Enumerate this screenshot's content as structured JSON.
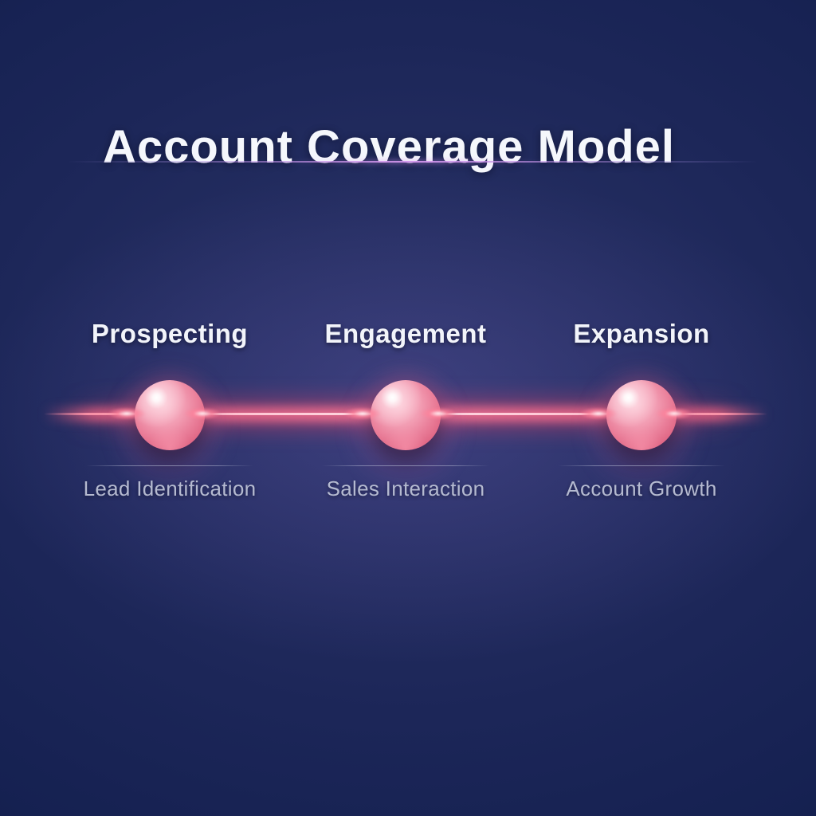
{
  "title": "Account Coverage Model",
  "stages": [
    {
      "title": "Prospecting",
      "subtitle": "Lead Identification"
    },
    {
      "title": "Engagement",
      "subtitle": "Sales Interaction"
    },
    {
      "title": "Expansion",
      "subtitle": "Account Growth"
    }
  ],
  "colors": {
    "background": "#15204e",
    "beam_glow": "#ff4d6d",
    "beam_core": "#ffd9e2",
    "sphere": "#ea7f9a",
    "title_text": "#f5f7fc",
    "stage_title_text": "#f2f4fa",
    "subtitle_text": "#b5bad0",
    "title_divider_glow": "#d096eb"
  }
}
